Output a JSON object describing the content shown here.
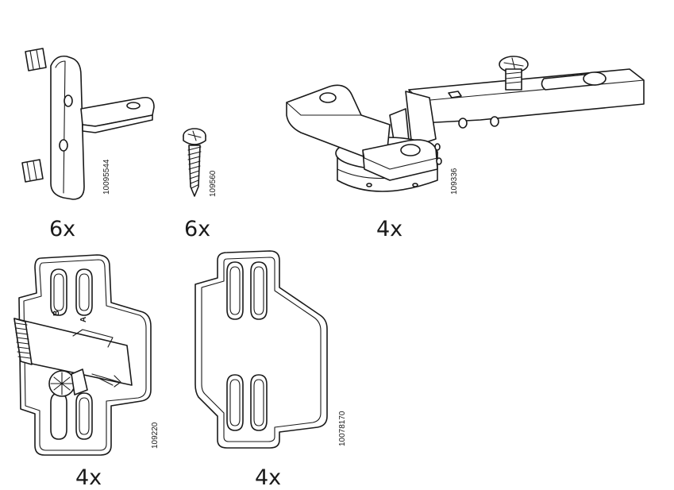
{
  "parts": [
    {
      "id": "dowel-bracket",
      "code": "10095544",
      "quantity": "6x",
      "icon": "two-pin-bracket-icon"
    },
    {
      "id": "screw",
      "code": "109560",
      "quantity": "6x",
      "icon": "screw-icon"
    },
    {
      "id": "hinge",
      "code": "109336",
      "quantity": "4x",
      "icon": "cabinet-hinge-icon"
    },
    {
      "id": "mounting-plate-with-screw",
      "code": "109220",
      "quantity": "4x",
      "icon": "hinge-mounting-plate-icon",
      "plate_labels": {
        "left": "B",
        "right": "A"
      }
    },
    {
      "id": "mounting-plate-spacer",
      "code": "10078170",
      "quantity": "4x",
      "icon": "spacer-plate-icon"
    }
  ]
}
